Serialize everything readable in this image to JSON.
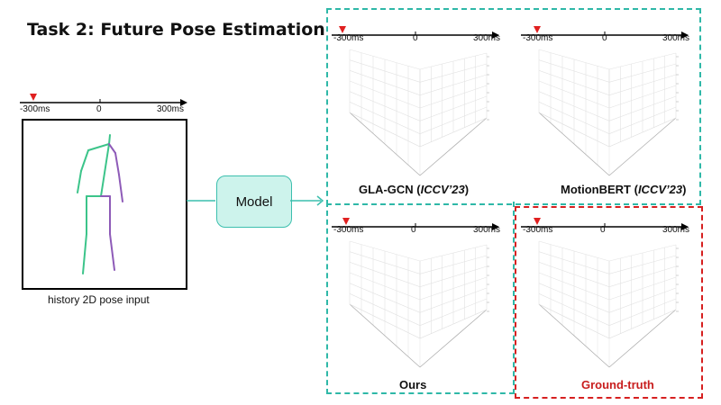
{
  "title": "Task 2: Future Pose Estimation",
  "timeline": {
    "start": "-300ms",
    "mid": "0",
    "end": "300ms"
  },
  "input": {
    "caption": "history 2D pose input"
  },
  "model": {
    "label": "Model"
  },
  "panels": [
    {
      "label": "GLA-GCN",
      "venue": "ICCV’23"
    },
    {
      "label": "MotionBERT",
      "venue": "ICCV’23"
    },
    {
      "label": "Ours"
    },
    {
      "label": "Ground-truth"
    }
  ],
  "colors": {
    "teal": "#2fb8a8",
    "red": "#d62020",
    "pose_green": "#3cc48a",
    "pose_purple": "#8e5bb8",
    "marker": "#e02020"
  }
}
